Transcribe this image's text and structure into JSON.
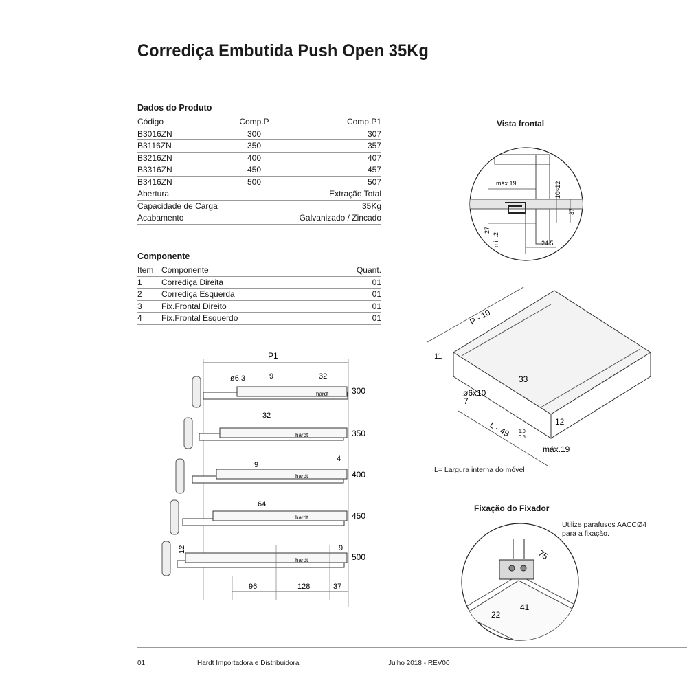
{
  "title": "Corrediça Embutida Push Open 35Kg",
  "product_data": {
    "heading": "Dados do Produto",
    "columns": [
      "Código",
      "Comp.P",
      "Comp.P1"
    ],
    "rows": [
      [
        "B3016ZN",
        "300",
        "307"
      ],
      [
        "B3116ZN",
        "350",
        "357"
      ],
      [
        "B3216ZN",
        "400",
        "407"
      ],
      [
        "B3316ZN",
        "450",
        "457"
      ],
      [
        "B3416ZN",
        "500",
        "507"
      ]
    ],
    "properties": [
      [
        "Abertura",
        "Extração Total"
      ],
      [
        "Capacidade de Carga",
        "35Kg"
      ],
      [
        "Acabamento",
        "Galvanizado / Zincado"
      ]
    ]
  },
  "components": {
    "heading": "Componente",
    "columns": [
      "Item",
      "Componente",
      "Quant."
    ],
    "rows": [
      [
        "1",
        "Corrediça Direita",
        "01"
      ],
      [
        "2",
        "Corrediça Esquerda",
        "01"
      ],
      [
        "3",
        "Fix.Frontal Direito",
        "01"
      ],
      [
        "4",
        "Fix.Frontal Esquerdo",
        "01"
      ]
    ]
  },
  "front_view": {
    "caption": "Vista frontal",
    "dims": {
      "max19": "máx.19",
      "d10_12": "10~12",
      "d37": "37",
      "d27": "27",
      "min2": "min.2",
      "d24_5": "24.5"
    }
  },
  "drawer_view": {
    "dims": {
      "p10": "P - 10",
      "d11": "11",
      "d6x10": "ø6x10",
      "d33": "33",
      "d7": "7",
      "d12": "12",
      "l49": "L - 49",
      "tol_up": "1.0",
      "tol_down": "0.5",
      "max19": "máx.19"
    },
    "note": "L= Largura interna do móvel"
  },
  "slides_view": {
    "p1": "P1",
    "dims": {
      "d6_3": "ø6.3",
      "d9_top": "9",
      "d32_top": "32",
      "d32_mid": "32",
      "d4": "4",
      "d9_mid": "9",
      "d64": "64",
      "d12": "12",
      "d9_bottom": "9",
      "d96": "96",
      "d128": "128",
      "d37": "37"
    },
    "lengths": [
      "300",
      "350",
      "400",
      "450",
      "500"
    ],
    "brand": "hardt"
  },
  "fixing": {
    "caption": "Fixação do Fixador",
    "note_line1": "Utilize parafusos AACCØ4",
    "note_line2": "para a fixação.",
    "dims": {
      "d75": "75",
      "d41": "41",
      "d22": "22"
    }
  },
  "footer": {
    "page": "01",
    "company": "Hardt Importadora e Distribuidora",
    "revision": "Julho 2018 - REV00"
  }
}
